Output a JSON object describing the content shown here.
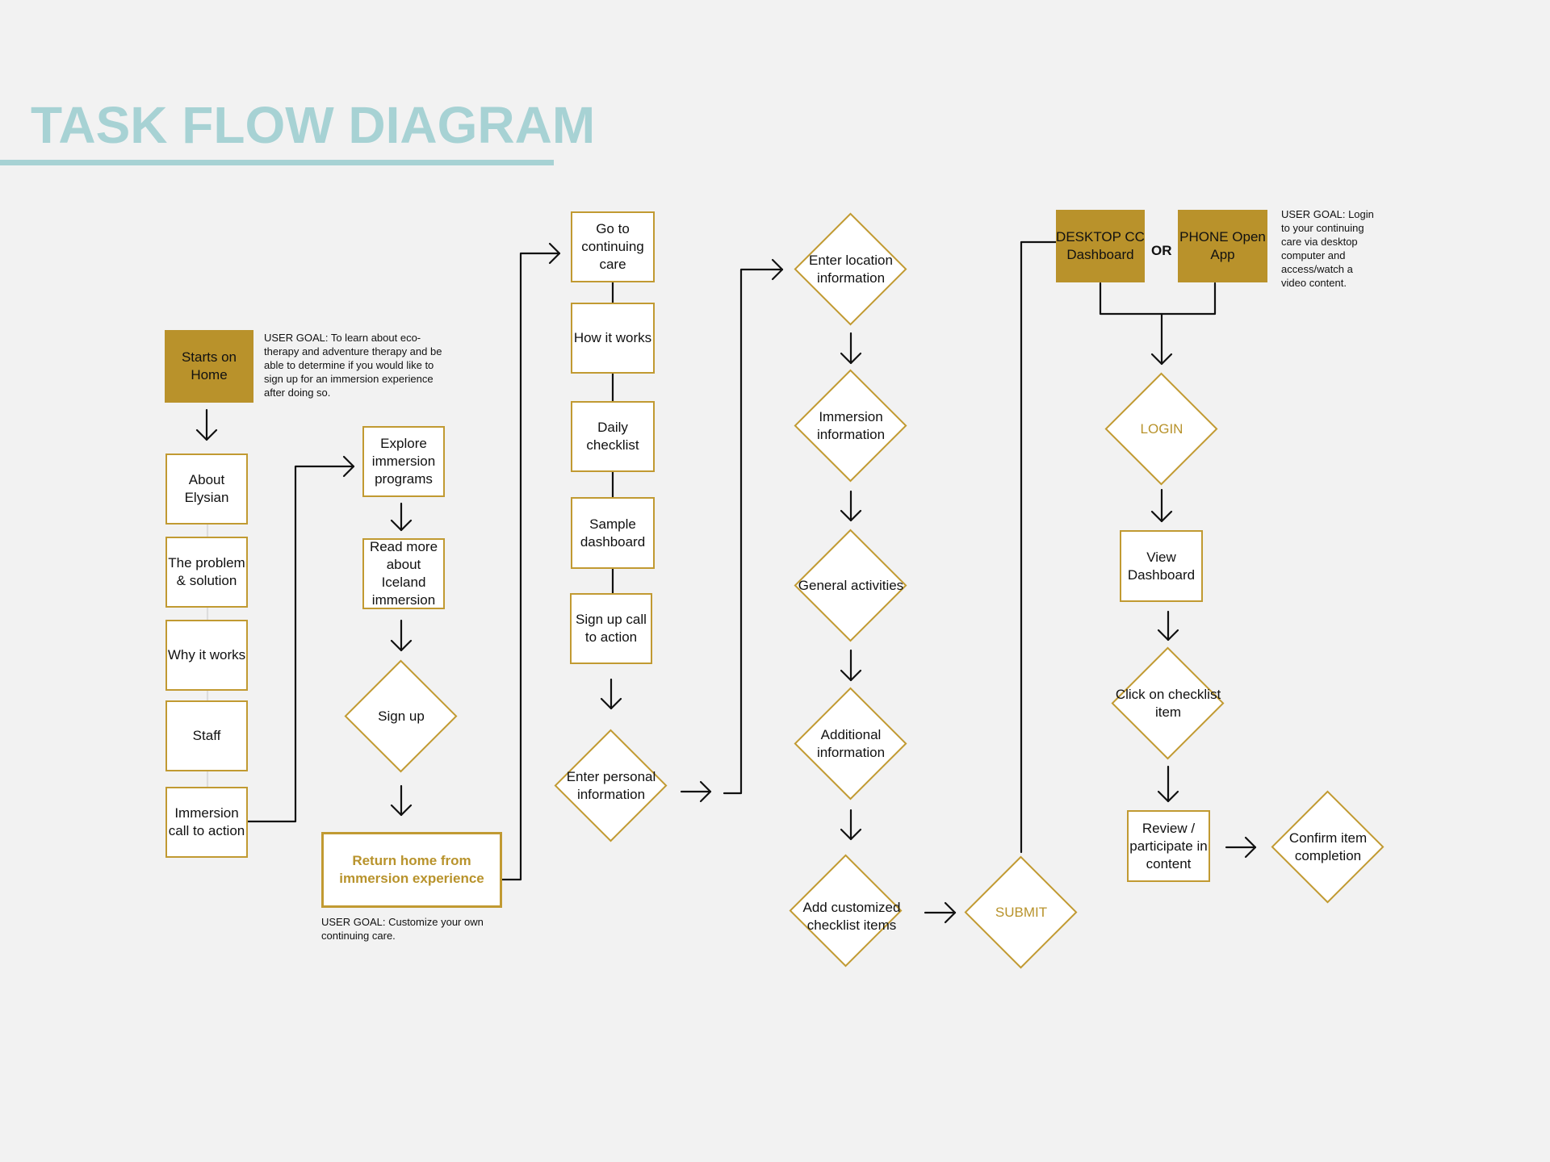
{
  "title": "TASK FLOW DIAGRAM",
  "col1": {
    "start": "Starts on Home",
    "goal": "USER GOAL: To learn about eco-therapy and adventure therapy and be able to determine if you would like to sign up for an immersion experience after doing so.",
    "about": "About Elysian",
    "problem": "The problem & solution",
    "why": "Why it works",
    "staff": "Staff",
    "immersion_cta": "Immersion call to action"
  },
  "col2": {
    "explore": "Explore immersion programs",
    "read_more": "Read more about Iceland immersion",
    "sign_up": "Sign up",
    "return_home": "Return home from immersion experience",
    "goal": "USER GOAL: Customize your own continuing care."
  },
  "col3": {
    "go_to": "Go to continuing care",
    "how": "How it works",
    "daily": "Daily checklist",
    "sample": "Sample dashboard",
    "signup_cta": "Sign up call to action",
    "enter_personal": "Enter personal information"
  },
  "col4": {
    "location": "Enter location information",
    "immersion_info": "Immersion information",
    "general": "General activities",
    "additional": "Additional information",
    "custom": "Add customized checklist items",
    "submit": "SUBMIT"
  },
  "col5": {
    "desktop": "DESKTOP CC Dashboard",
    "or": "OR",
    "phone": "PHONE Open App",
    "goal": "USER GOAL: Login to your continuing care via desktop computer and access/watch a video content.",
    "login": "LOGIN",
    "view": "View Dashboard",
    "click": "Click on checklist item",
    "review": "Review / participate in content",
    "confirm": "Confirm item completion"
  },
  "colors": {
    "gold": "#c19a32",
    "gold_fill": "#b9922b",
    "teal": "#a7d2d4",
    "background": "#f2f2f2"
  }
}
